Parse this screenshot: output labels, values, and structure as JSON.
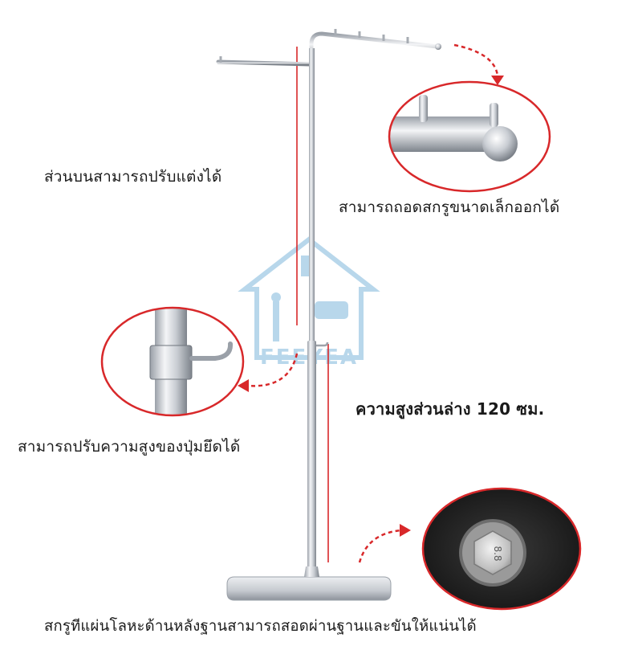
{
  "annotations": {
    "top_adjustable": "ส่วนบนสามารถปรับแต่งได้",
    "removable_screws": "สามารถถอดสกรูขนาดเล็กออกได้",
    "lower_height": "ความสูงส่วนล่าง 120 ซม.",
    "knob_adjustable": "สามารถปรับความสูงของปุ่มยึดได้",
    "base_screw": "สกรูทีแผ่นโลหะด้านหลังฐานสามารถสอดผ่านฐานและขันให้แน่นได้"
  },
  "watermark": {
    "text": "FEEYEA"
  },
  "bolt_marking": "8.8",
  "colors": {
    "accent_red": "#d8282a",
    "steel_light": "#eef0f3",
    "steel_dark": "#8a9098",
    "watermark": "#7fb8dc"
  }
}
